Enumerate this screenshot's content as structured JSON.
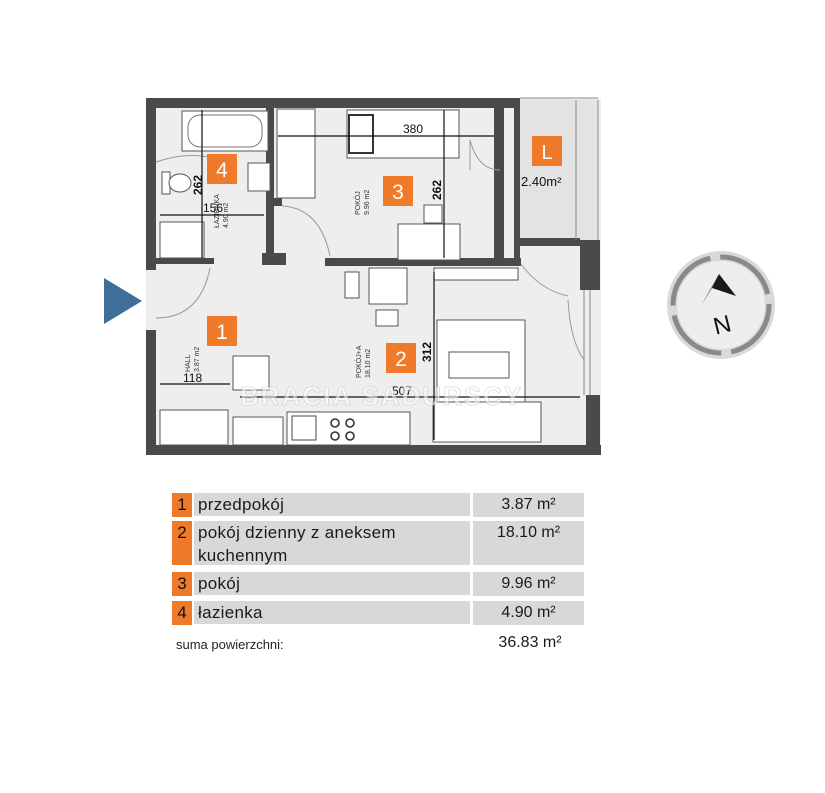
{
  "plan": {
    "rooms": [
      {
        "badge": "1",
        "name": "HALL",
        "area": "3.87 m2",
        "dimension": "118"
      },
      {
        "badge": "2",
        "name": "POKÓJ+A",
        "area": "18.10 m2",
        "dimension_h": "312",
        "dimension_w": "507"
      },
      {
        "badge": "3",
        "name": "POKÓJ",
        "area": "9.96 m2",
        "dimension_h": "262",
        "dimension_w": "380"
      },
      {
        "badge": "4",
        "name": "ŁAZIENKA",
        "area": "4.90 m2",
        "dimension_h": "262",
        "dimension_w": "156"
      }
    ],
    "balcony": {
      "badge": "L",
      "area": "2.40m²"
    },
    "watermark": "BRACIA SADURSCY",
    "compass": {
      "label": "N"
    },
    "colors": {
      "accent": "#ee7a2a",
      "wall": "#4a4a4a",
      "floor": "#eeeeee",
      "entry_arrow": "#3f6e9a"
    }
  },
  "summary": {
    "rows": [
      {
        "num": "1",
        "label": "przedpokój",
        "value": "3.87 m²"
      },
      {
        "num": "2",
        "label": "pokój dzienny z aneksem",
        "label2": "kuchennym",
        "value": "18.10 m²"
      },
      {
        "num": "3",
        "label": "pokój",
        "value": "9.96 m²"
      },
      {
        "num": "4",
        "label": "łazienka",
        "value": "4.90 m²"
      }
    ],
    "total_label": "suma powierzchni:",
    "total_value": "36.83 m²"
  }
}
